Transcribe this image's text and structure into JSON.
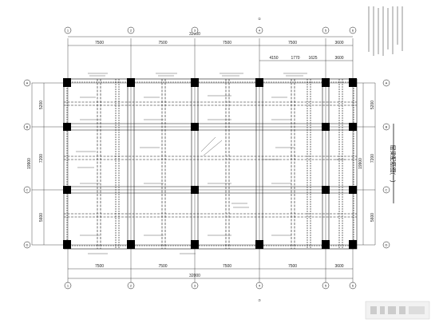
{
  "drawing": {
    "dimensions": {
      "top_bays": [
        "7500",
        "7500",
        "7500",
        "7500",
        "3600"
      ],
      "top_total": "32000",
      "top_sub": [
        "4150",
        "1770",
        "1625",
        "3600"
      ],
      "bottom_bays": [
        "7500",
        "7500",
        "7500",
        "7500",
        "3600"
      ],
      "bottom_total": "32000",
      "left_bays": [
        "5200",
        "7200",
        "5600"
      ],
      "left_total": "19900",
      "right_bays": [
        "5200",
        "7200",
        "5600"
      ],
      "right_total": "19900"
    },
    "axis_labels": {
      "columns": [
        "1",
        "2",
        "3",
        "4",
        "5",
        "6"
      ],
      "rows": [
        "A",
        "B",
        "C",
        "D"
      ],
      "mid_top": "①",
      "mid_bottom": "⑦"
    },
    "title": "层梁配筋图(一)",
    "notes_count_label": "",
    "colors": {
      "line": "#111111",
      "dash": "#333333",
      "column_fill": "#000000",
      "background": "#ffffff"
    }
  }
}
